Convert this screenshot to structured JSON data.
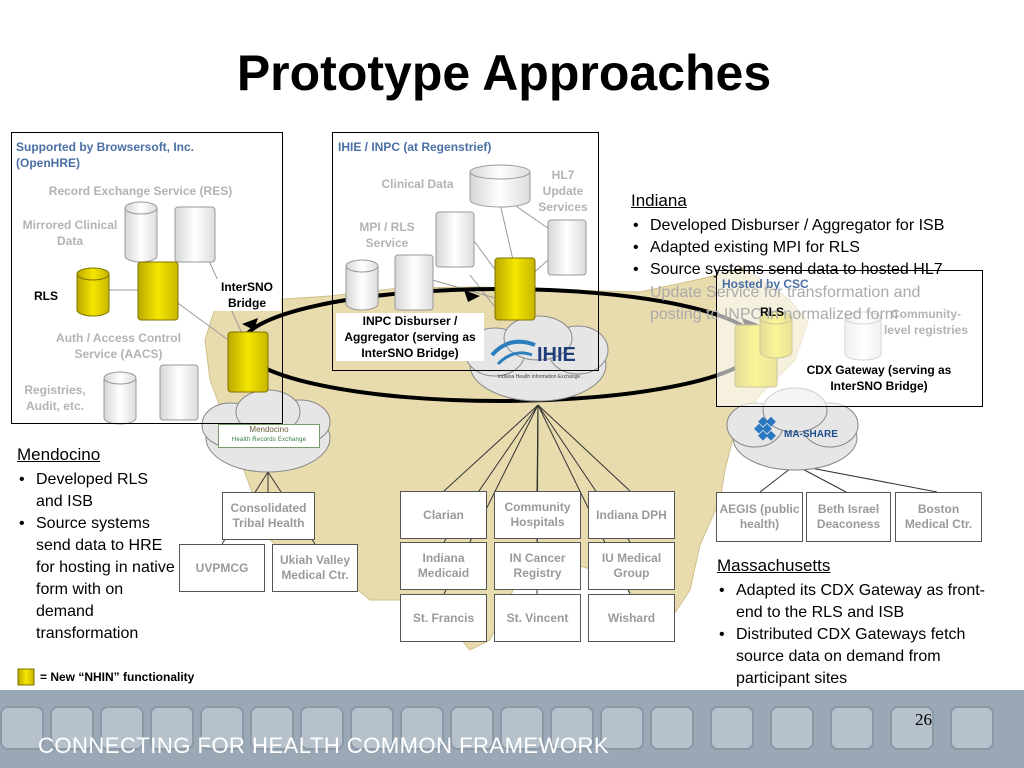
{
  "title": "Prototype Approaches",
  "openhre": {
    "header": "Supported by  Browsersoft, Inc. (OpenHRE)",
    "res": "Record Exchange Service (RES)",
    "mirrored": "Mirrored Clinical Data",
    "rls": "RLS",
    "intersno": "InterSNO Bridge",
    "aacs": "Auth / Access Control Service (AACS)",
    "registries": "Registries, Audit, etc."
  },
  "ihie": {
    "header": "IHIE / INPC (at Regenstrief)",
    "clinical": "Clinical Data",
    "hl7": "HL7 Update Services",
    "mpi": "MPI / RLS Service",
    "disburser": "INPC Disburser / Aggregator (serving as InterSNO Bridge)",
    "logo": "IHIE",
    "logo_sub": "Indiana Health Information Exchange"
  },
  "csc": {
    "header": "Hosted by  CSC",
    "rls": "RLS",
    "community": "Community-level registries",
    "cdx": "CDX Gateway (serving as InterSNO Bridge)",
    "logo": "MA-SHARE"
  },
  "mendocino_logo": {
    "line1": "Mendocino",
    "line2": "Health Records Exchange"
  },
  "indiana": {
    "heading": "Indiana",
    "bullets": [
      "Developed Disburser / Aggregator for ISB",
      "Adapted existing MPI for RLS",
      "Source systems send data to hosted HL7",
      "Update Service for transformation and",
      "posting to INPC in normalized form"
    ]
  },
  "mendocino": {
    "heading": "Mendocino",
    "bullets": [
      "Developed RLS and ISB",
      "Source systems send data to HRE for hosting in native form with on demand transformation"
    ]
  },
  "massachusetts": {
    "heading": "Massachusetts",
    "bullets": [
      "Adapted its CDX Gateway as front-end to the RLS and ISB",
      "Distributed CDX Gateways fetch source data on demand from participant sites"
    ]
  },
  "mendocino_nodes": [
    "Consolidated Tribal Health",
    "UVPMCG",
    "Ukiah Valley Medical Ctr."
  ],
  "indiana_nodes": [
    "Clarian",
    "Community Hospitals",
    "Indiana DPH",
    "Indiana Medicaid",
    "IN Cancer Registry",
    "IU Medical Group",
    "St. Francis",
    "St. Vincent",
    "Wishard"
  ],
  "ma_nodes": [
    "AEGIS (public health)",
    "Beth Israel Deaconess",
    "Boston Medical Ctr."
  ],
  "legend": "= New “NHIN” functionality",
  "footer": "CONNECTING FOR HEALTH COMMON FRAMEWORK",
  "page_number": "26",
  "colors": {
    "server_yellow": "#e6d400",
    "map": "#e8dcae",
    "footer": "#9aa7b4"
  }
}
